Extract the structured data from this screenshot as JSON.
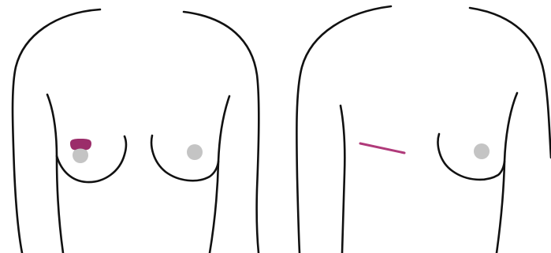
{
  "colors": {
    "background": "#ffffff",
    "outline": "#111111",
    "nipple": "#c4c4c4",
    "highlight": "#9b2d6a",
    "incision": "#b03a7a"
  },
  "panels": [
    {
      "id": "before",
      "highlight_shape": "periareolar-crescent"
    },
    {
      "id": "after",
      "highlight_shape": "inframammary-incision-line"
    }
  ]
}
